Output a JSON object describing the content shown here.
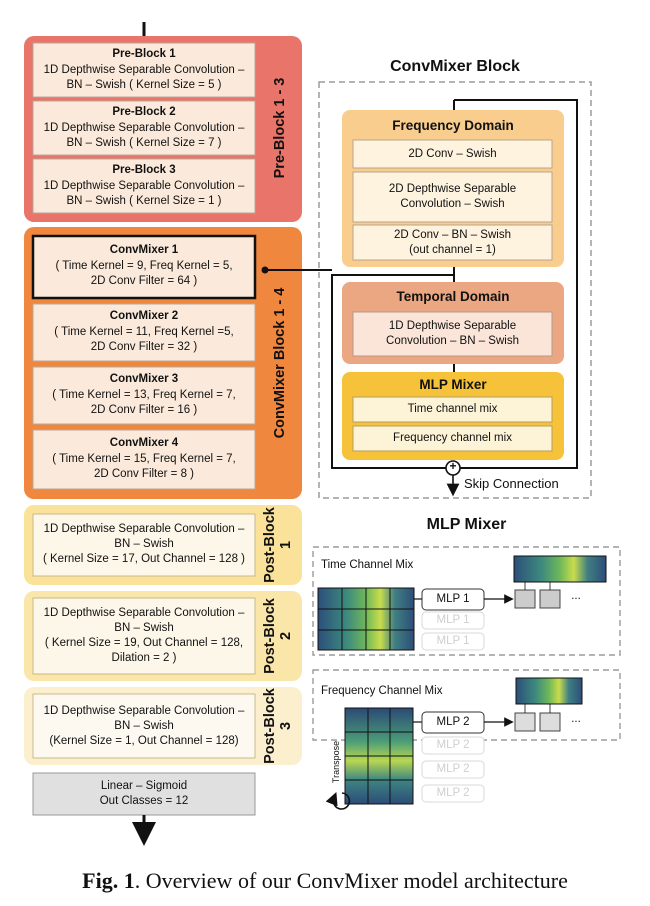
{
  "left_stack": {
    "pre_group_label": "Pre-Block 1 - 3",
    "pre_blocks": [
      {
        "title": "Pre-Block 1",
        "desc": "1D Depthwise Separable Convolution –\nBN – Swish ( Kernel Size = 5 )"
      },
      {
        "title": "Pre-Block 2",
        "desc": "1D Depthwise Separable Convolution –\nBN – Swish ( Kernel Size = 7 )"
      },
      {
        "title": "Pre-Block 3",
        "desc": "1D Depthwise Separable Convolution –\nBN – Swish ( Kernel Size = 1 )"
      }
    ],
    "convmixer_group_label": "ConvMixer Block 1 - 4",
    "convmixers": [
      {
        "title": "ConvMixer 1",
        "desc": "( Time Kernel = 9, Freq Kernel = 5,\n2D Conv Filter = 64 )"
      },
      {
        "title": "ConvMixer 2",
        "desc": "( Time Kernel = 11, Freq Kernel =5,\n2D Conv Filter = 32 )"
      },
      {
        "title": "ConvMixer 3",
        "desc": "( Time Kernel = 13, Freq Kernel = 7,\n2D Conv Filter = 16 )"
      },
      {
        "title": "ConvMixer 4",
        "desc": "( Time Kernel = 15, Freq Kernel = 7,\n2D Conv Filter = 8 )"
      }
    ],
    "post_blocks": [
      {
        "label": "Post-Block\n1",
        "desc": "1D Depthwise Separable Convolution –\nBN – Swish\n( Kernel Size = 17, Out Channel = 128 )"
      },
      {
        "label": "Post-Block\n2",
        "desc": "1D Depthwise Separable Convolution –\nBN – Swish\n( Kernel Size = 19, Out Channel = 128,\nDilation = 2 )"
      },
      {
        "label": "Post-Block\n3",
        "desc": "1D Depthwise Separable Convolution –\nBN – Swish\n(Kernel Size = 1, Out Channel = 128)"
      }
    ],
    "final": "Linear – Sigmoid\nOut Classes = 12"
  },
  "convmixer_block": {
    "title": "ConvMixer Block",
    "frequency_domain": {
      "title": "Frequency Domain",
      "layers": [
        "2D Conv – Swish",
        "2D Depthwise Separable\nConvolution – Swish",
        "2D Conv – BN – Swish\n(out channel = 1)"
      ]
    },
    "temporal_domain": {
      "title": "Temporal Domain",
      "layers": [
        "1D Depthwise Separable\nConvolution – BN – Swish"
      ]
    },
    "mlp_mixer": {
      "title": "MLP Mixer",
      "layers": [
        "Time channel mix",
        "Frequency channel mix"
      ]
    },
    "skip_label": "Skip Connection",
    "plus_symbol": "+"
  },
  "mlp_section": {
    "title": "MLP Mixer",
    "time_panel": {
      "title": "Time Channel Mix",
      "mlp_labels": [
        "MLP 1",
        "MLP 1",
        "MLP 1"
      ],
      "ellipsis": "..."
    },
    "freq_panel": {
      "title": "Frequency Channel Mix",
      "mlp_labels": [
        "MLP 2",
        "MLP 2",
        "MLP 2",
        "MLP 2"
      ],
      "ellipsis": "...",
      "transpose_label": "Transpose"
    }
  },
  "caption": {
    "fig": "Fig. 1",
    "text": ". Overview of our ConvMixer model architecture"
  },
  "colors": {
    "pre_group": "#e8746a",
    "convmixer_group": "#f0873e",
    "post_group": "#fbe29a",
    "inner_box": "#fbeadb",
    "frequency_domain": "#f8cd8e",
    "temporal_domain": "#eaa782",
    "mlp_mixer": "#f6c23a",
    "final_box": "#e0e0e0"
  }
}
